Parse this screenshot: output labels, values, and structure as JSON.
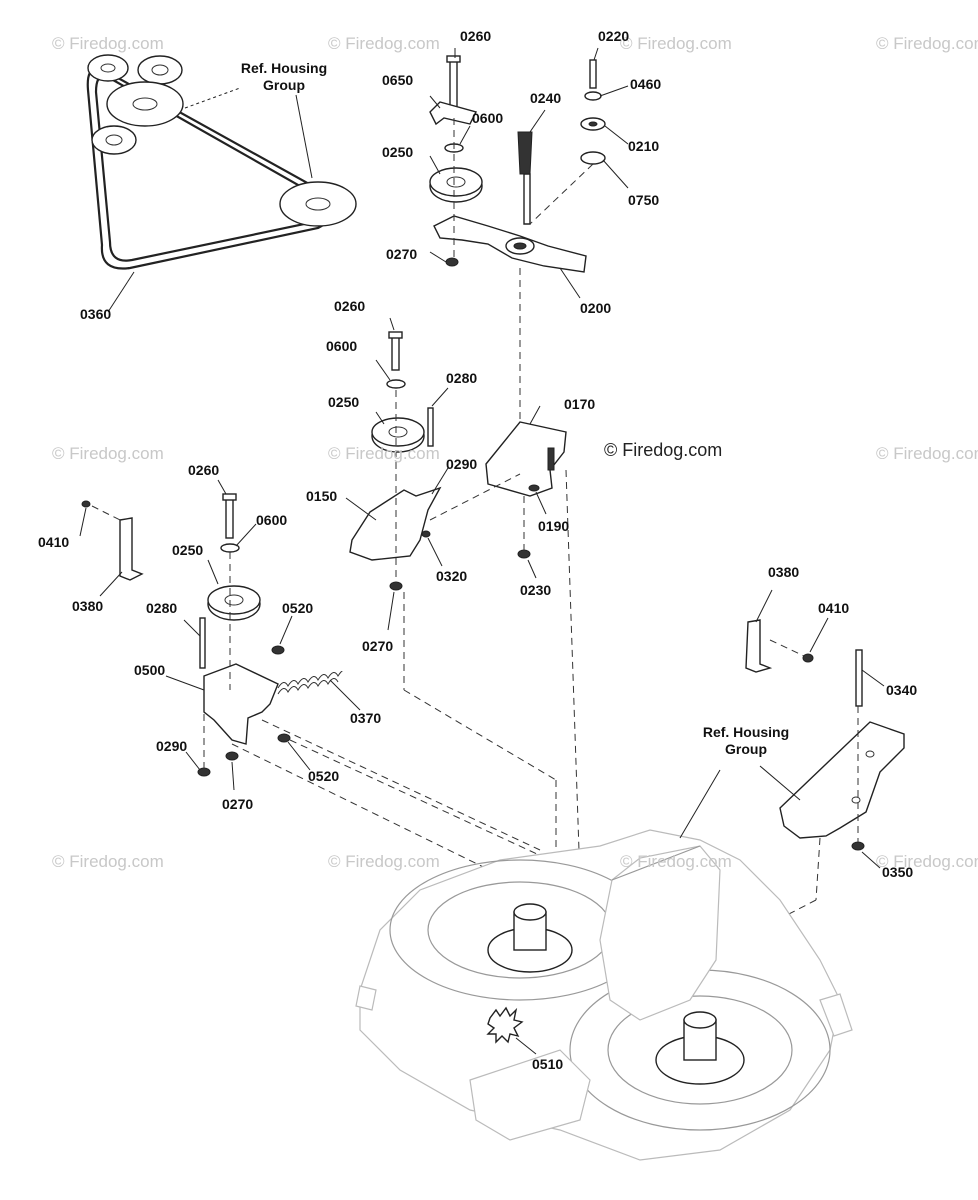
{
  "watermark": {
    "text": "© Firedog.com",
    "color": "#c8c8c8"
  },
  "copyright": "© Firedog.com",
  "reference_labels": {
    "ref_housing_top": "Ref. Housing\nGroup",
    "ref_housing_right": "Ref. Housing\nGroup"
  },
  "callouts": [
    {
      "id": "c0260a",
      "text": "0260"
    },
    {
      "id": "c0220",
      "text": "0220"
    },
    {
      "id": "c0650",
      "text": "0650"
    },
    {
      "id": "c0460",
      "text": "0460"
    },
    {
      "id": "c0240",
      "text": "0240"
    },
    {
      "id": "c0600a",
      "text": "0600"
    },
    {
      "id": "c0210",
      "text": "0210"
    },
    {
      "id": "c0250a",
      "text": "0250"
    },
    {
      "id": "c0750",
      "text": "0750"
    },
    {
      "id": "c0270a",
      "text": "0270"
    },
    {
      "id": "c0200",
      "text": "0200"
    },
    {
      "id": "c0360",
      "text": "0360"
    },
    {
      "id": "c0260b",
      "text": "0260"
    },
    {
      "id": "c0600b",
      "text": "0600"
    },
    {
      "id": "c0280a",
      "text": "0280"
    },
    {
      "id": "c0250b",
      "text": "0250"
    },
    {
      "id": "c0170",
      "text": "0170"
    },
    {
      "id": "c0290a",
      "text": "0290"
    },
    {
      "id": "c0260c",
      "text": "0260"
    },
    {
      "id": "c0150",
      "text": "0150"
    },
    {
      "id": "c0190",
      "text": "0190"
    },
    {
      "id": "c0410a",
      "text": "0410"
    },
    {
      "id": "c0600c",
      "text": "0600"
    },
    {
      "id": "c0250c",
      "text": "0250"
    },
    {
      "id": "c0320",
      "text": "0320"
    },
    {
      "id": "c0230",
      "text": "0230"
    },
    {
      "id": "c0380a",
      "text": "0380"
    },
    {
      "id": "c0280b",
      "text": "0280"
    },
    {
      "id": "c0520a",
      "text": "0520"
    },
    {
      "id": "c0270b",
      "text": "0270"
    },
    {
      "id": "c0380b",
      "text": "0380"
    },
    {
      "id": "c0410b",
      "text": "0410"
    },
    {
      "id": "c0500",
      "text": "0500"
    },
    {
      "id": "c0370",
      "text": "0370"
    },
    {
      "id": "c0340",
      "text": "0340"
    },
    {
      "id": "c0290b",
      "text": "0290"
    },
    {
      "id": "c0520b",
      "text": "0520"
    },
    {
      "id": "c0270c",
      "text": "0270"
    },
    {
      "id": "c0350",
      "text": "0350"
    },
    {
      "id": "c0510",
      "text": "0510"
    }
  ]
}
